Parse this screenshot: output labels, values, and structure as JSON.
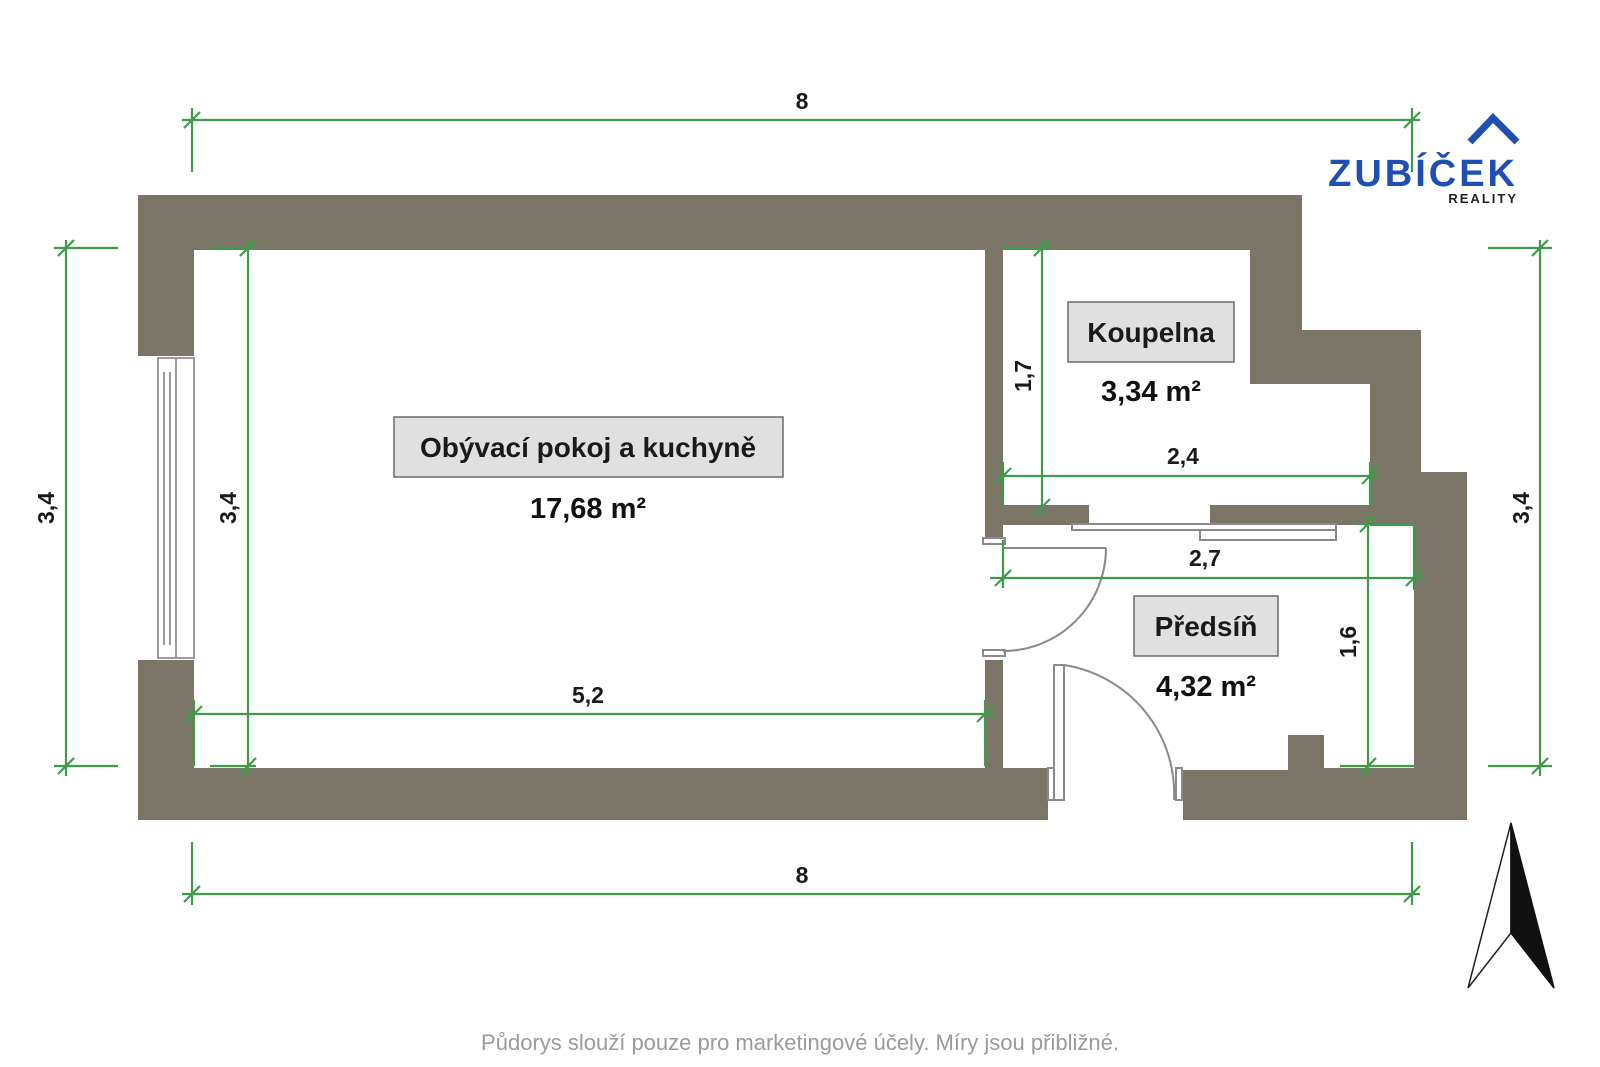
{
  "brand": {
    "name": "ZUBÍČEK",
    "subtitle": "REALITY",
    "color": "#1f4eb4"
  },
  "rooms": [
    {
      "name": "Obývací pokoj a kuchyně",
      "area": "17,68 m²"
    },
    {
      "name": "Koupelna",
      "area": "3,34 m²"
    },
    {
      "name": "Předsíň",
      "area": "4,32 m²"
    }
  ],
  "dimensions": {
    "top_width": "8",
    "bottom_width": "8",
    "left_height": "3,4",
    "right_height": "3,4",
    "living_height": "3,4",
    "living_width": "5,2",
    "bath_height": "1,7",
    "bath_width": "2,4",
    "hall_width": "2,7",
    "hall_height": "1,6"
  },
  "colors": {
    "wall": "#7b7568",
    "dimension_line": "#3f9a4a",
    "label_bg": "#e0e0e0"
  },
  "disclaimer": "Půdorys slouží pouze pro marketingové účely. Míry jsou přibližné."
}
